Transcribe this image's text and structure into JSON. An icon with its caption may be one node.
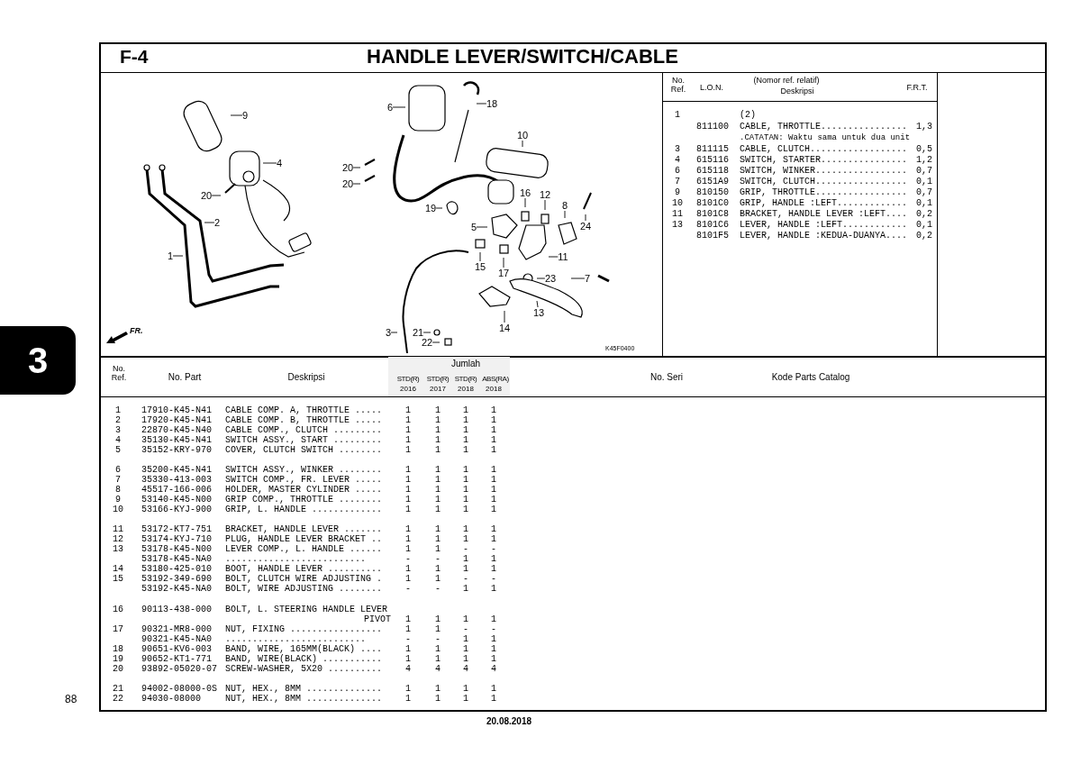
{
  "diagram": {
    "title": "HANDLE LEVER/SWITCH/CABLE",
    "nodes": [
      {
        "text": [
          "9"
        ]
      },
      {
        "text": [
          "4"
        ]
      },
      {
        "text": [
          "20"
        ]
      },
      {
        "text": [
          "2"
        ]
      },
      {
        "text": [
          "1"
        ]
      },
      {
        "text": [
          "6"
        ]
      },
      {
        "text": [
          "20"
        ]
      },
      {
        "text": [
          "20"
        ]
      },
      {
        "text": [
          "18"
        ]
      },
      {
        "text": [
          "10"
        ]
      },
      {
        "text": [
          "19"
        ]
      },
      {
        "text": [
          "16"
        ]
      },
      {
        "text": [
          "12"
        ]
      },
      {
        "text": [
          "8"
        ]
      },
      {
        "text": [
          "5"
        ]
      },
      {
        "text": [
          "24"
        ]
      },
      {
        "text": [
          "11"
        ]
      },
      {
        "text": [
          "15"
        ]
      },
      {
        "text": [
          "17"
        ]
      },
      {
        "text": [
          "23"
        ]
      },
      {
        "text": [
          "7"
        ]
      },
      {
        "text": [
          "13"
        ]
      },
      {
        "text": [
          "14"
        ]
      },
      {
        "text": [
          "3"
        ]
      },
      {
        "text": [
          "21"
        ]
      },
      {
        "text": [
          "22"
        ]
      }
    ],
    "edges": [
      {
        "from": 0,
        "to": null,
        "arrow": "none"
      },
      {
        "from": 1,
        "to": null,
        "arrow": "none"
      },
      {
        "from": 2,
        "to": null,
        "arrow": "none"
      },
      {
        "from": 3,
        "to": null,
        "arrow": "none"
      },
      {
        "from": 4,
        "to": null,
        "arrow": "none"
      },
      {
        "from": 5,
        "to": null,
        "arrow": "none"
      },
      {
        "from": 6,
        "to": null,
        "arrow": "none"
      },
      {
        "from": 7,
        "to": null,
        "arrow": "none"
      },
      {
        "from": 8,
        "to": null,
        "arrow": "none"
      },
      {
        "from": 9,
        "to": null,
        "arrow": "none"
      },
      {
        "from": 10,
        "to": null,
        "arrow": "none"
      },
      {
        "from": 11,
        "to": null,
        "arrow": "none"
      },
      {
        "from": 12,
        "to": null,
        "arrow": "none"
      },
      {
        "from": 13,
        "to": null,
        "arrow": "none"
      },
      {
        "from": 14,
        "to": null,
        "arrow": "none"
      },
      {
        "from": 15,
        "to": null,
        "arrow": "none"
      },
      {
        "from": 16,
        "to": null,
        "arrow": "none"
      },
      {
        "from": 17,
        "to": null,
        "arrow": "none"
      },
      {
        "from": 18,
        "to": null,
        "arrow": "none"
      },
      {
        "from": 19,
        "to": null,
        "arrow": "none"
      },
      {
        "from": 20,
        "to": null,
        "arrow": "none"
      },
      {
        "from": 21,
        "to": null,
        "arrow": "none"
      },
      {
        "from": 22,
        "to": null,
        "arrow": "none"
      },
      {
        "from": 23,
        "to": null,
        "arrow": "none"
      },
      {
        "from": 24,
        "to": null,
        "arrow": "none"
      },
      {
        "from": 25,
        "to": null,
        "arrow": "none"
      }
    ],
    "labels": [
      "F-4",
      "No. Ref.",
      "L.O.N.",
      "(Nomor ref. relatif)",
      "Deskripsi",
      "F.R.T.",
      "1",
      "(2)",
      "811100",
      "CABLE, THROTTLE................",
      "1,3",
      ".CATATAN: Waktu sama untuk dua unit",
      "3",
      "811115",
      "CABLE, CLUTCH..................",
      "0,5",
      "4",
      "615116",
      "SWITCH, STARTER................",
      "1,2",
      "6",
      "615118",
      "SWITCH, WINKER.................",
      "0,7",
      "7",
      "6151A9",
      "SWITCH, CLUTCH.................",
      "0,1",
      "9",
      "810150",
      "GRIP, THROTTLE.................",
      "0,7",
      "10",
      "8101C0",
      "GRIP, HANDLE :LEFT.............",
      "0,1",
      "11",
      "8101C8",
      "BRACKET, HANDLE LEVER :LEFT....",
      "0,2",
      "13",
      "8101C6",
      "LEVER, HANDLE :LEFT............",
      "0,1",
      "8101F5",
      "LEVER, HANDLE :KEDUA-DUANYA....",
      "0,2",
      "FR.",
      "K45F0400",
      "3",
      "No. Ref.",
      "No. Part",
      "Deskripsi",
      "Jumlah",
      "STD(R)",
      "STD(R)",
      "STD(R)",
      "ABS(RA)",
      "2016",
      "2017",
      "2018",
      "2018",
      "No. Seri",
      "Kode Parts Catalog",
      "1",
      "17910-K45-N41",
      "CABLE COMP. A, THROTTLE .....",
      "1",
      "1",
      "1",
      "1",
      "2",
      "17920-K45-N41",
      "CABLE COMP. B, THROTTLE .....",
      "1",
      "1",
      "1",
      "1",
      "3",
      "22870-K45-N40",
      "CABLE COMP., CLUTCH .........",
      "1",
      "1",
      "1",
      "1",
      "4",
      "35130-K45-N41",
      "SWITCH ASSY., START .........",
      "1",
      "1",
      "1",
      "1",
      "5",
      "35152-KRY-970",
      "COVER, CLUTCH SWITCH ........",
      "1",
      "1",
      "1",
      "1",
      "6",
      "35200-K45-N41",
      "SWITCH ASSY., WINKER ........",
      "1",
      "1",
      "1",
      "1",
      "7",
      "35330-413-003",
      "SWITCH COMP., FR. LEVER .....",
      "1",
      "1",
      "1",
      "1",
      "8",
      "45517-166-006",
      "HOLDER, MASTER CYLINDER .....",
      "1",
      "1",
      "1",
      "1",
      "9",
      "53140-K45-N00",
      "GRIP COMP., THROTTLE ........",
      "1",
      "1",
      "1",
      "1",
      "10",
      "53166-KYJ-900",
      "GRIP, L. HANDLE .............",
      "1",
      "1",
      "1",
      "1",
      "11",
      "53172-KT7-751",
      "BRACKET, HANDLE LEVER .......",
      "1",
      "1",
      "1",
      "1",
      "12",
      "53174-KYJ-710",
      "PLUG, HANDLE LEVER BRACKET ..",
      "1",
      "1",
      "1",
      "1",
      "13",
      "53178-K45-N00",
      "LEVER COMP., L. HANDLE ......",
      "1",
      "1",
      "-",
      "-",
      "53178-K45-NA0",
      "..........................",
      "-",
      "-",
      "1",
      "1",
      "14",
      "53180-425-010",
      "BOOT, HANDLE LEVER ..........",
      "1",
      "1",
      "1",
      "1",
      "15",
      "53192-349-690",
      "BOLT, CLUTCH WIRE ADJUSTING .",
      "1",
      "1",
      "-",
      "-",
      "53192-K45-NA0",
      "BOLT, WIRE ADJUSTING ........",
      "-",
      "-",
      "1",
      "1",
      "16",
      "90113-438-000",
      "BOLT, L. STEERING HANDLE LEVER PIVOT",
      "1",
      "1",
      "1",
      "1",
      "17",
      "90321-MR8-000",
      "NUT, FIXING .................",
      "1",
      "1",
      "-",
      "-",
      "90321-K45-NA0",
      "..........................",
      "-",
      "-",
      "1",
      "1",
      "18",
      "90651-KV6-003",
      "BAND, WIRE, 165MM(BLACK) ....",
      "1",
      "1",
      "1",
      "1",
      "19",
      "90652-KT1-771",
      "BAND, WIRE(BLACK) ...........",
      "1",
      "1",
      "1",
      "1",
      "20",
      "93892-05020-07",
      "SCREW-WASHER, 5X20 ..........",
      "4",
      "4",
      "4",
      "4",
      "21",
      "94002-08000-0S",
      "NUT, HEX., 8MM ..............",
      "1",
      "1",
      "1",
      "1",
      "88",
      "22",
      "94030-08000",
      "NUT, HEX., 8MM ..............",
      "1",
      "1",
      "1",
      "1",
      "20.08.2018"
    ]
  }
}
